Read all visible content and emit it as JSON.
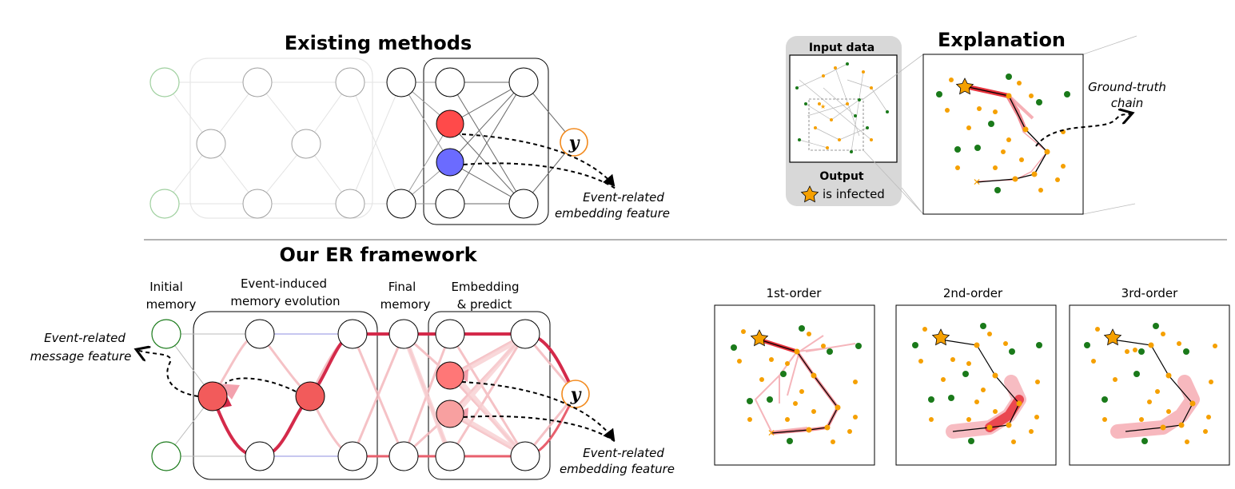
{
  "existing": {
    "title": "Existing methods",
    "y_symbol": "y",
    "embedding_note_line1": "Event-related",
    "embedding_note_line2": "embedding feature"
  },
  "explanation": {
    "title": "Explanation",
    "input_label": "Input data",
    "output_label": "Output",
    "infected_text": "is infected",
    "ground_truth_line1": "Ground-truth",
    "ground_truth_line2": "chain"
  },
  "framework": {
    "title": "Our ER framework",
    "stage1_line1": "Initial",
    "stage1_line2": "memory",
    "stage2_line1": "Event-induced",
    "stage2_line2": "memory evolution",
    "stage3_line1": "Final",
    "stage3_line2": "memory",
    "stage4_line1": "Embedding",
    "stage4_line2": "& predict",
    "message_note_line1": "Event-related",
    "message_note_line2": "message feature",
    "embedding_note_line1": "Event-related",
    "embedding_note_line2": "embedding feature",
    "y_symbol": "y"
  },
  "orders": [
    "1st-order",
    "2nd-order",
    "3rd-order"
  ],
  "colors": {
    "green": "#1a7a1a",
    "orange": "#f5a000",
    "red": "#e8323c",
    "blue": "#6b6bff",
    "pink": "#f4a0a8"
  }
}
